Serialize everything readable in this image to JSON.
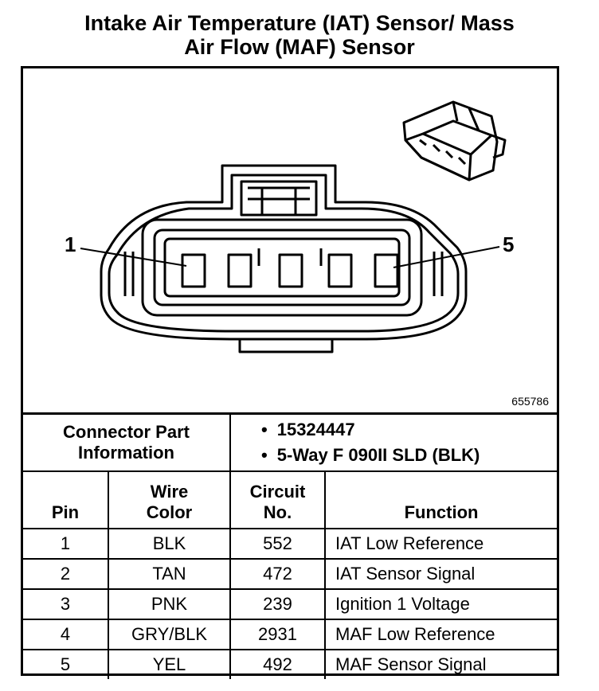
{
  "title": {
    "line1": "Intake Air Temperature (IAT) Sensor/ Mass",
    "line2": "Air Flow (MAF) Sensor"
  },
  "diagram": {
    "pin_left": "1",
    "pin_right": "5",
    "figure_id": "655786"
  },
  "connector": {
    "label_line1": "Connector Part",
    "label_line2": "Information",
    "parts": [
      "15324447",
      "5-Way F 090II SLD (BLK)"
    ]
  },
  "table": {
    "headers": {
      "pin": "Pin",
      "wire_line1": "Wire",
      "wire_line2": "Color",
      "circuit_line1": "Circuit",
      "circuit_line2": "No.",
      "function": "Function"
    },
    "rows": [
      {
        "pin": "1",
        "color": "BLK",
        "circuit": "552",
        "function": "IAT Low Reference"
      },
      {
        "pin": "2",
        "color": "TAN",
        "circuit": "472",
        "function": "IAT Sensor Signal"
      },
      {
        "pin": "3",
        "color": "PNK",
        "circuit": "239",
        "function": "Ignition 1 Voltage"
      },
      {
        "pin": "4",
        "color": "GRY/BLK",
        "circuit": "2931",
        "function": "MAF Low Reference"
      },
      {
        "pin": "5",
        "color": "YEL",
        "circuit": "492",
        "function": "MAF Sensor Signal"
      }
    ]
  }
}
